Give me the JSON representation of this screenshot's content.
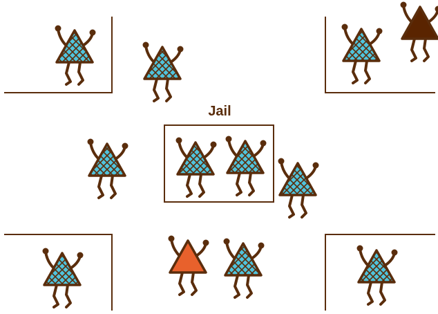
{
  "jail": {
    "label": "Jail"
  },
  "colors": {
    "outline": "#5a2d0c",
    "pattern_fill": "#4fc3dc",
    "special_fill": "#e8612c",
    "dark_fill": "#5a2400",
    "background": "#ffffff"
  },
  "corners": [
    {
      "id": "top-left"
    },
    {
      "id": "top-right"
    },
    {
      "id": "bottom-left"
    },
    {
      "id": "bottom-right"
    }
  ],
  "figures": [
    {
      "id": "top-left-corner-figure",
      "style": "pattern",
      "zone": "top-left"
    },
    {
      "id": "top-center-left-figure",
      "style": "pattern",
      "zone": "field"
    },
    {
      "id": "top-right-corner-figure",
      "style": "pattern",
      "zone": "top-right"
    },
    {
      "id": "top-right-dark-figure",
      "style": "dark",
      "zone": "top-right"
    },
    {
      "id": "middle-left-figure",
      "style": "pattern",
      "zone": "field"
    },
    {
      "id": "jail-figure-1",
      "style": "pattern",
      "zone": "jail"
    },
    {
      "id": "jail-figure-2",
      "style": "pattern",
      "zone": "jail"
    },
    {
      "id": "middle-right-figure",
      "style": "pattern",
      "zone": "field"
    },
    {
      "id": "bottom-left-corner-figure",
      "style": "pattern",
      "zone": "bottom-left"
    },
    {
      "id": "bottom-center-orange-figure",
      "style": "special",
      "zone": "field"
    },
    {
      "id": "bottom-center-figure",
      "style": "pattern",
      "zone": "field"
    },
    {
      "id": "bottom-right-corner-figure",
      "style": "pattern",
      "zone": "bottom-right"
    }
  ]
}
